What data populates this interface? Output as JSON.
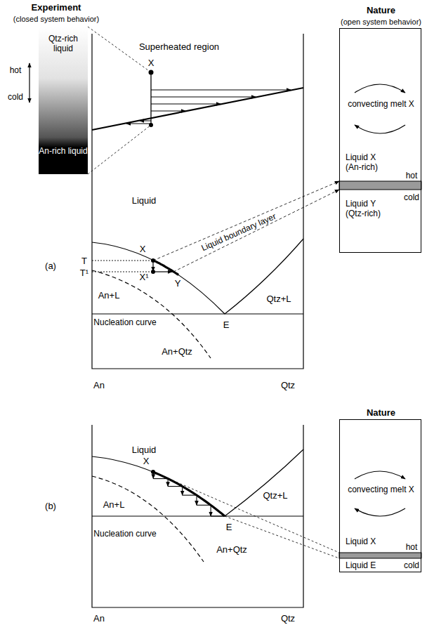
{
  "diagram": {
    "nodes": [
      {
        "text": [
          "Experiment",
          "(closed system behavior)",
          "Qtz-rich liquid",
          "An-rich liquid"
        ]
      },
      {
        "text": [
          "Nature",
          "(open system behavior)",
          "convecting melt X",
          "Liquid X (An-rich)",
          "Liquid Y (Qtz-rich)"
        ]
      },
      {
        "text": [
          "Nature",
          "convecting melt X",
          "Liquid X",
          "Liquid E"
        ]
      }
    ],
    "labels": [
      "hot",
      "cold",
      "Superheated region",
      "X",
      "Liquid",
      "X",
      "T",
      "T¹",
      "X¹",
      "Y",
      "An+L",
      "Qtz+L",
      "E",
      "Liquid boundary layer",
      "Nucleation curve",
      "An+Qtz",
      "An",
      "Qtz",
      "(a)",
      "hot",
      "cold",
      "Liquid",
      "X",
      "An+L",
      "Qtz+L",
      "E",
      "Nucleation curve",
      "An+Qtz",
      "An",
      "Qtz",
      "(b)",
      "hot",
      "cold"
    ]
  }
}
